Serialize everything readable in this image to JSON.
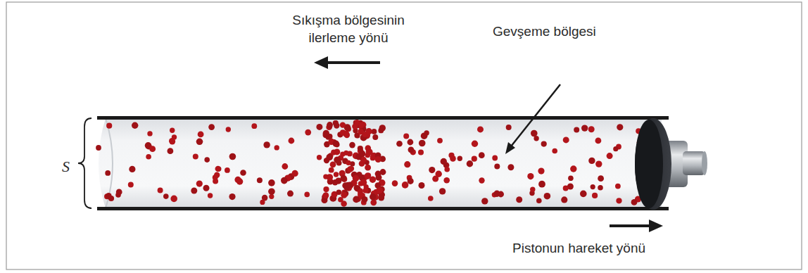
{
  "diagram": {
    "labels": [
      "S",
      "Sıkışma bölgesinin ilerleme yönü",
      "Gevşeme bölgesi",
      "Pistonun hareket yönü"
    ]
  }
}
